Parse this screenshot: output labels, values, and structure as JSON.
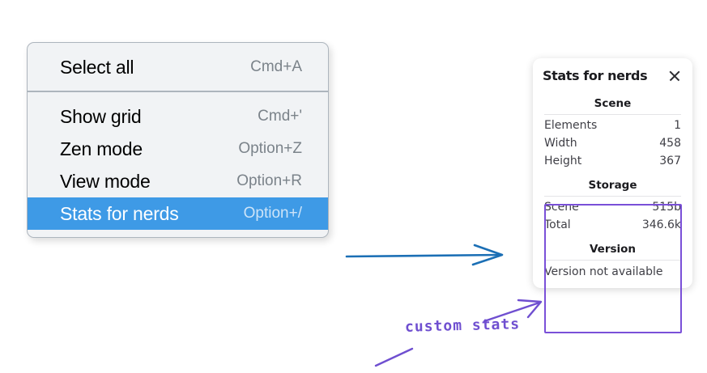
{
  "context_menu": {
    "name": "canvas-context-menu",
    "sections": [
      {
        "items": [
          {
            "label": "Select all",
            "shortcut": "Cmd+A",
            "selected": false
          }
        ]
      },
      {
        "items": [
          {
            "label": "Show grid",
            "shortcut": "Cmd+'",
            "selected": false
          },
          {
            "label": "Zen mode",
            "shortcut": "Option+Z",
            "selected": false
          },
          {
            "label": "View mode",
            "shortcut": "Option+R",
            "selected": false
          },
          {
            "label": "Stats for nerds",
            "shortcut": "Option+/",
            "selected": true
          }
        ]
      }
    ]
  },
  "stats_panel": {
    "title": "Stats for nerds",
    "close_icon": "close-icon",
    "sections": [
      {
        "heading": "Scene",
        "rows": [
          {
            "key": "Elements",
            "value": "1"
          },
          {
            "key": "Width",
            "value": "458"
          },
          {
            "key": "Height",
            "value": "367"
          }
        ]
      },
      {
        "heading": "Storage",
        "rows": [
          {
            "key": "Scene",
            "value": "515b"
          },
          {
            "key": "Total",
            "value": "346.6k"
          }
        ]
      },
      {
        "heading": "Version",
        "note": "Version not available"
      }
    ]
  },
  "annotations": {
    "custom_stats_label": "custom stats",
    "blue_arrow_color": "#1b6fb5",
    "purple_color": "#6f4fd0",
    "highlight_border_color": "#7a50d8"
  },
  "colors": {
    "menu_background": "#f1f3f5",
    "menu_border": "#adb5bd",
    "menu_selected": "#3e9ae6",
    "shortcut_text": "#7b838a",
    "panel_background": "#ffffff",
    "stat_text": "#3f3f46"
  }
}
